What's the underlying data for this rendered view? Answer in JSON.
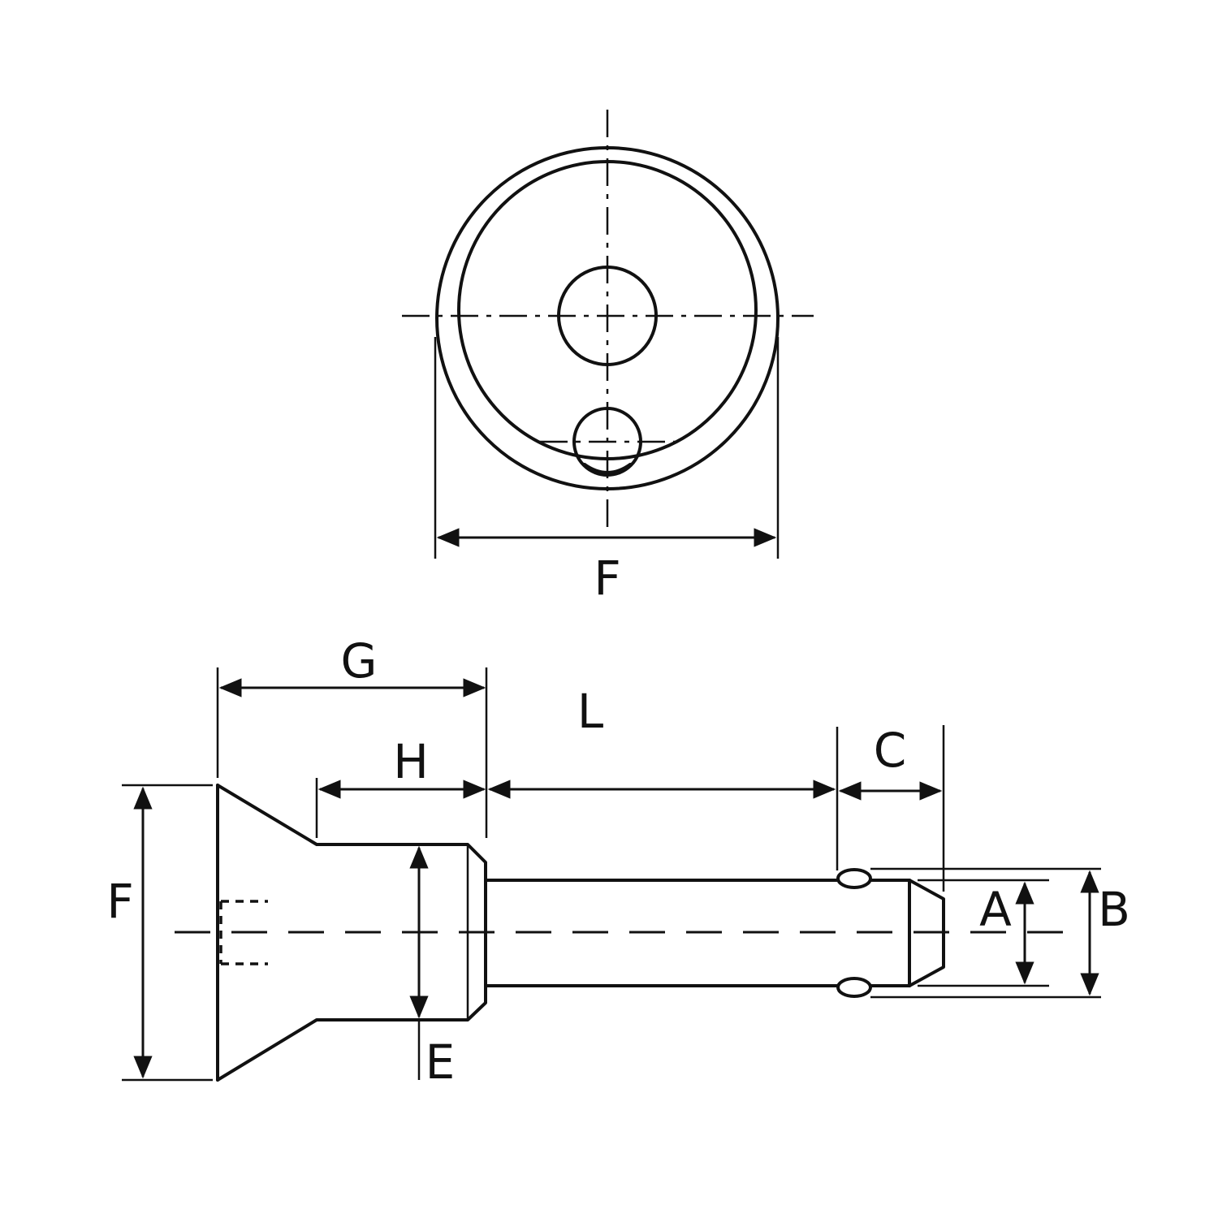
{
  "labels": {
    "top_f": "F",
    "g": "G",
    "l": "L",
    "h": "H",
    "c": "C",
    "side_f": "F",
    "a": "A",
    "b": "B",
    "e": "E"
  }
}
